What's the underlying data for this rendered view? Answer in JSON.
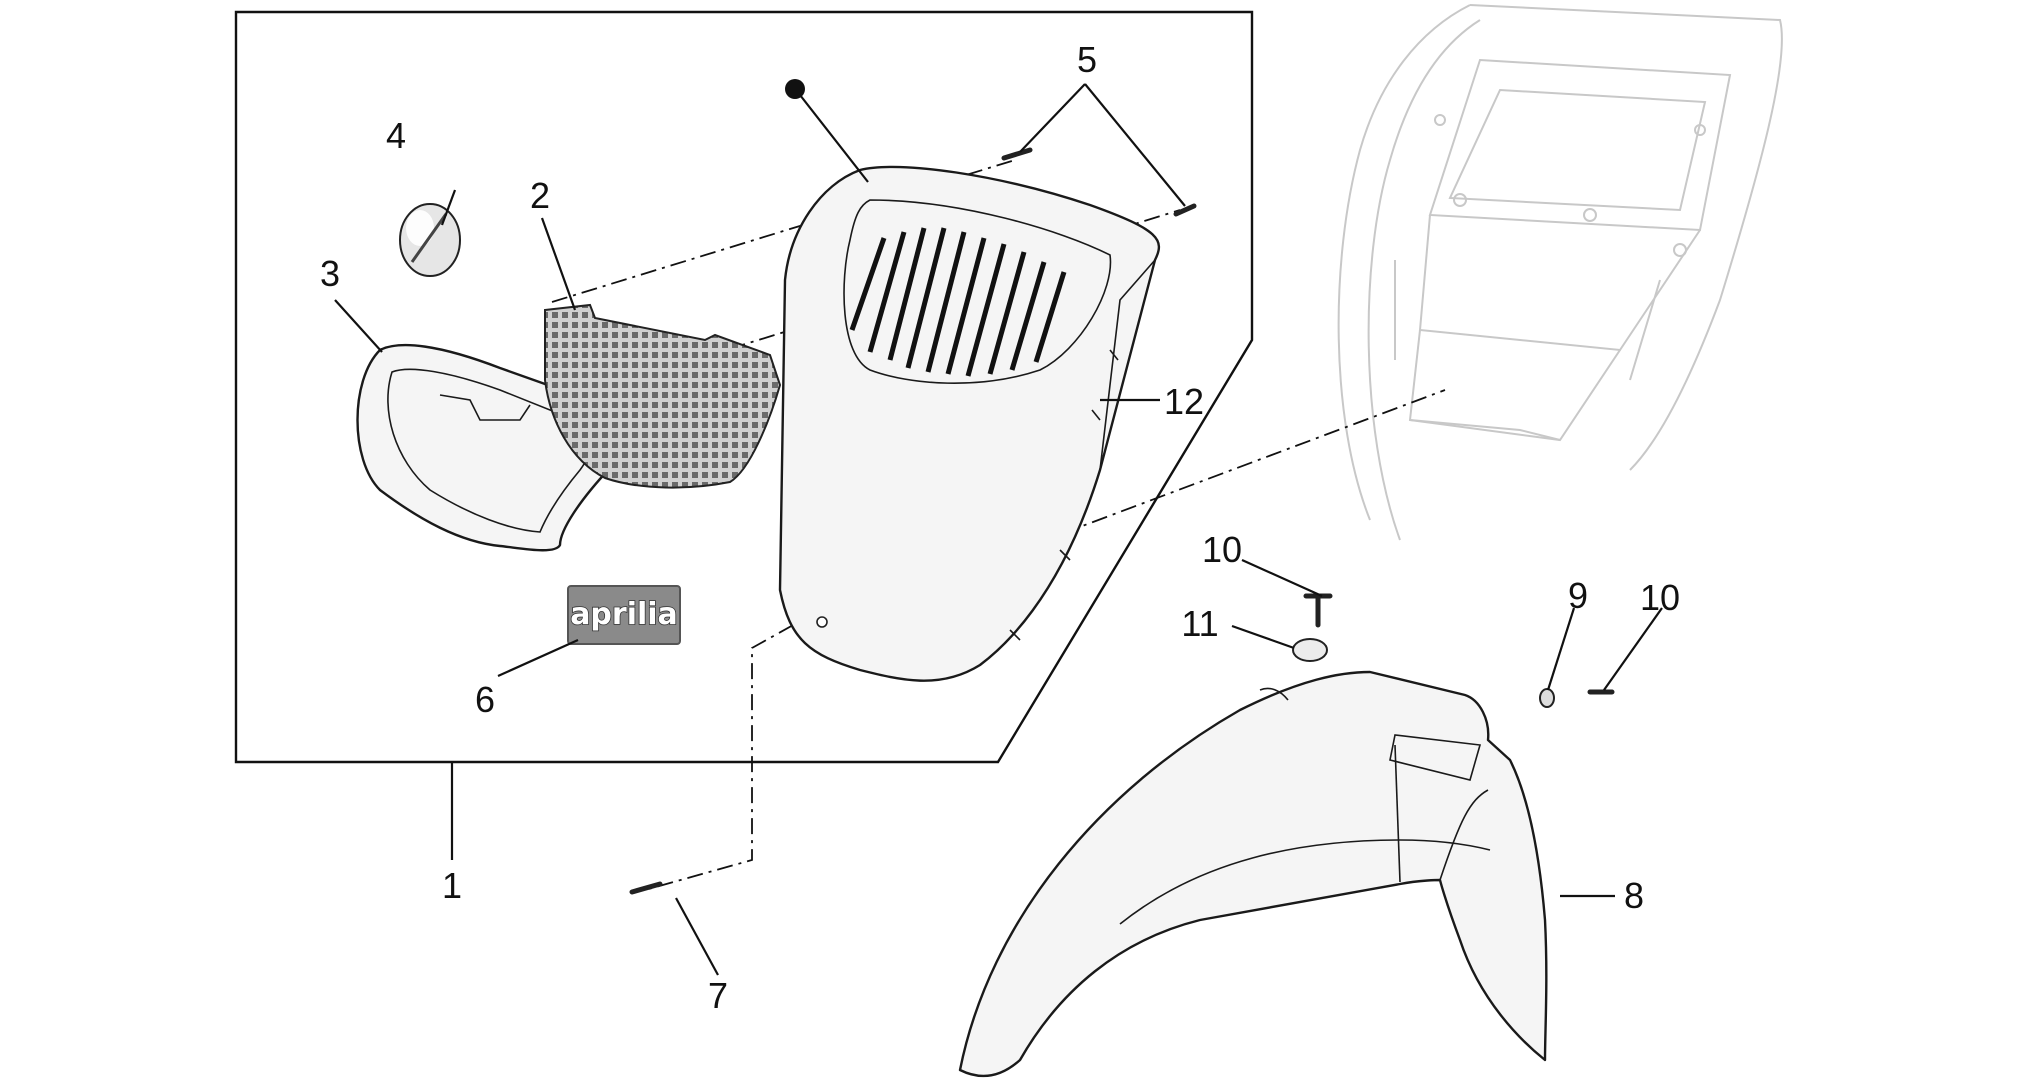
{
  "diagram": {
    "background": "#ffffff",
    "line_color": "#1a1a1a",
    "ghost_color": "#c8c8c8",
    "callouts": {
      "c1": "1",
      "c2": "2",
      "c3": "3",
      "c4": "4",
      "c5": "5",
      "c6": "6",
      "c7": "7",
      "c8": "8",
      "c9": "9",
      "c10a": "10",
      "c10b": "10",
      "c11": "11",
      "c12": "12"
    },
    "logo_text": "aprilia"
  }
}
